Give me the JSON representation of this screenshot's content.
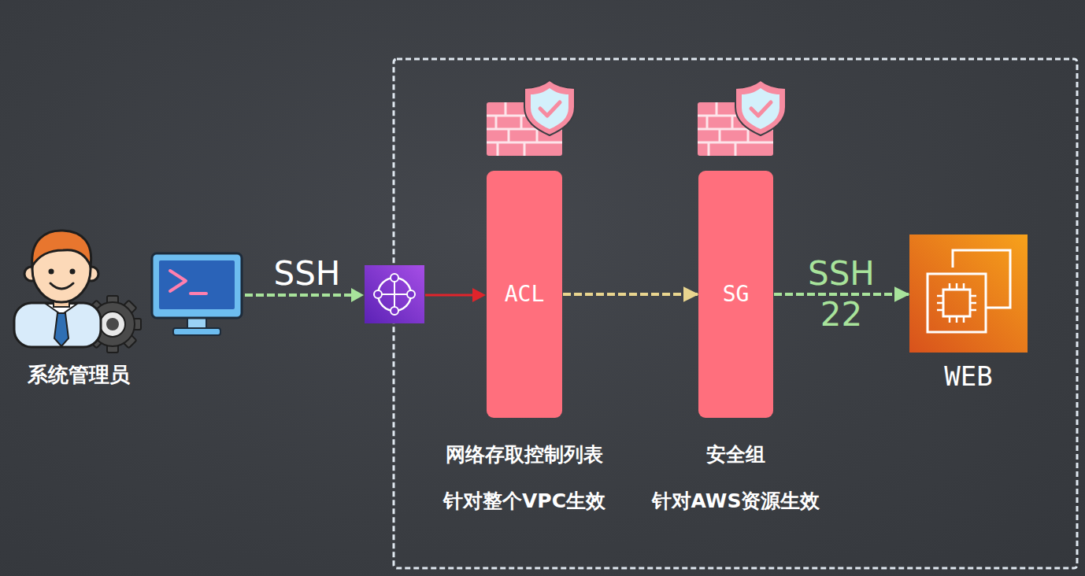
{
  "diagram": {
    "nodes": [
      {
        "text": [
          "系统管理员"
        ]
      },
      {
        "text": [
          "ACL",
          "网络存取控制列表",
          "针对整个VPC生效"
        ]
      },
      {
        "text": [
          "SG",
          "安全组",
          "针对AWS资源生效"
        ]
      },
      {
        "text": [
          "WEB"
        ]
      }
    ],
    "edges": [
      {
        "from": 1,
        "to": 2,
        "arrow": "to"
      },
      {
        "from": 2,
        "to": 3,
        "label": "SSH 22",
        "arrow": "to"
      }
    ],
    "labels": [
      "SSH"
    ]
  }
}
